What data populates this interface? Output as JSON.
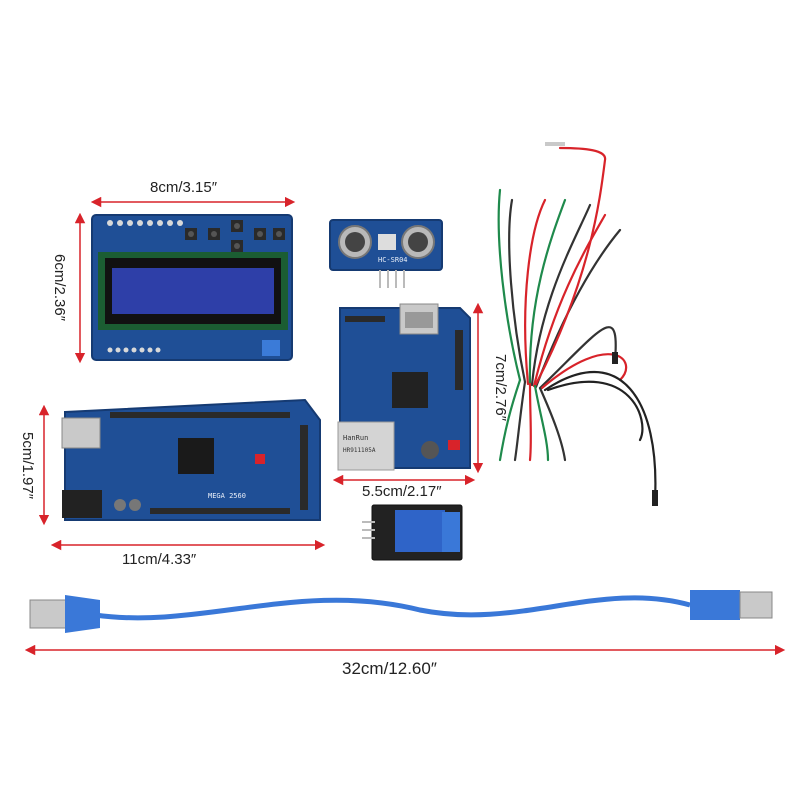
{
  "dimensions": {
    "lcd_width": "8cm/3.15″",
    "lcd_height": "6cm/2.36″",
    "mega_height": "5cm/1.97″",
    "mega_width": "11cm/4.33″",
    "ethernet_height": "7cm/2.76″",
    "ethernet_width": "5.5cm/2.17″",
    "cable_length": "32cm/12.60″"
  },
  "board_labels": {
    "mega": "MEGA 2560",
    "sensor": "HC-SR04",
    "ethernet_chip": "HR911105A",
    "ethernet_brand": "HanRun"
  },
  "colors": {
    "pcb_blue": "#1f4f96",
    "lcd_screen": "#2e3fa8",
    "cable_blue": "#3a78d8",
    "wire_red": "#d8232a",
    "wire_green": "#1f8a4c"
  }
}
